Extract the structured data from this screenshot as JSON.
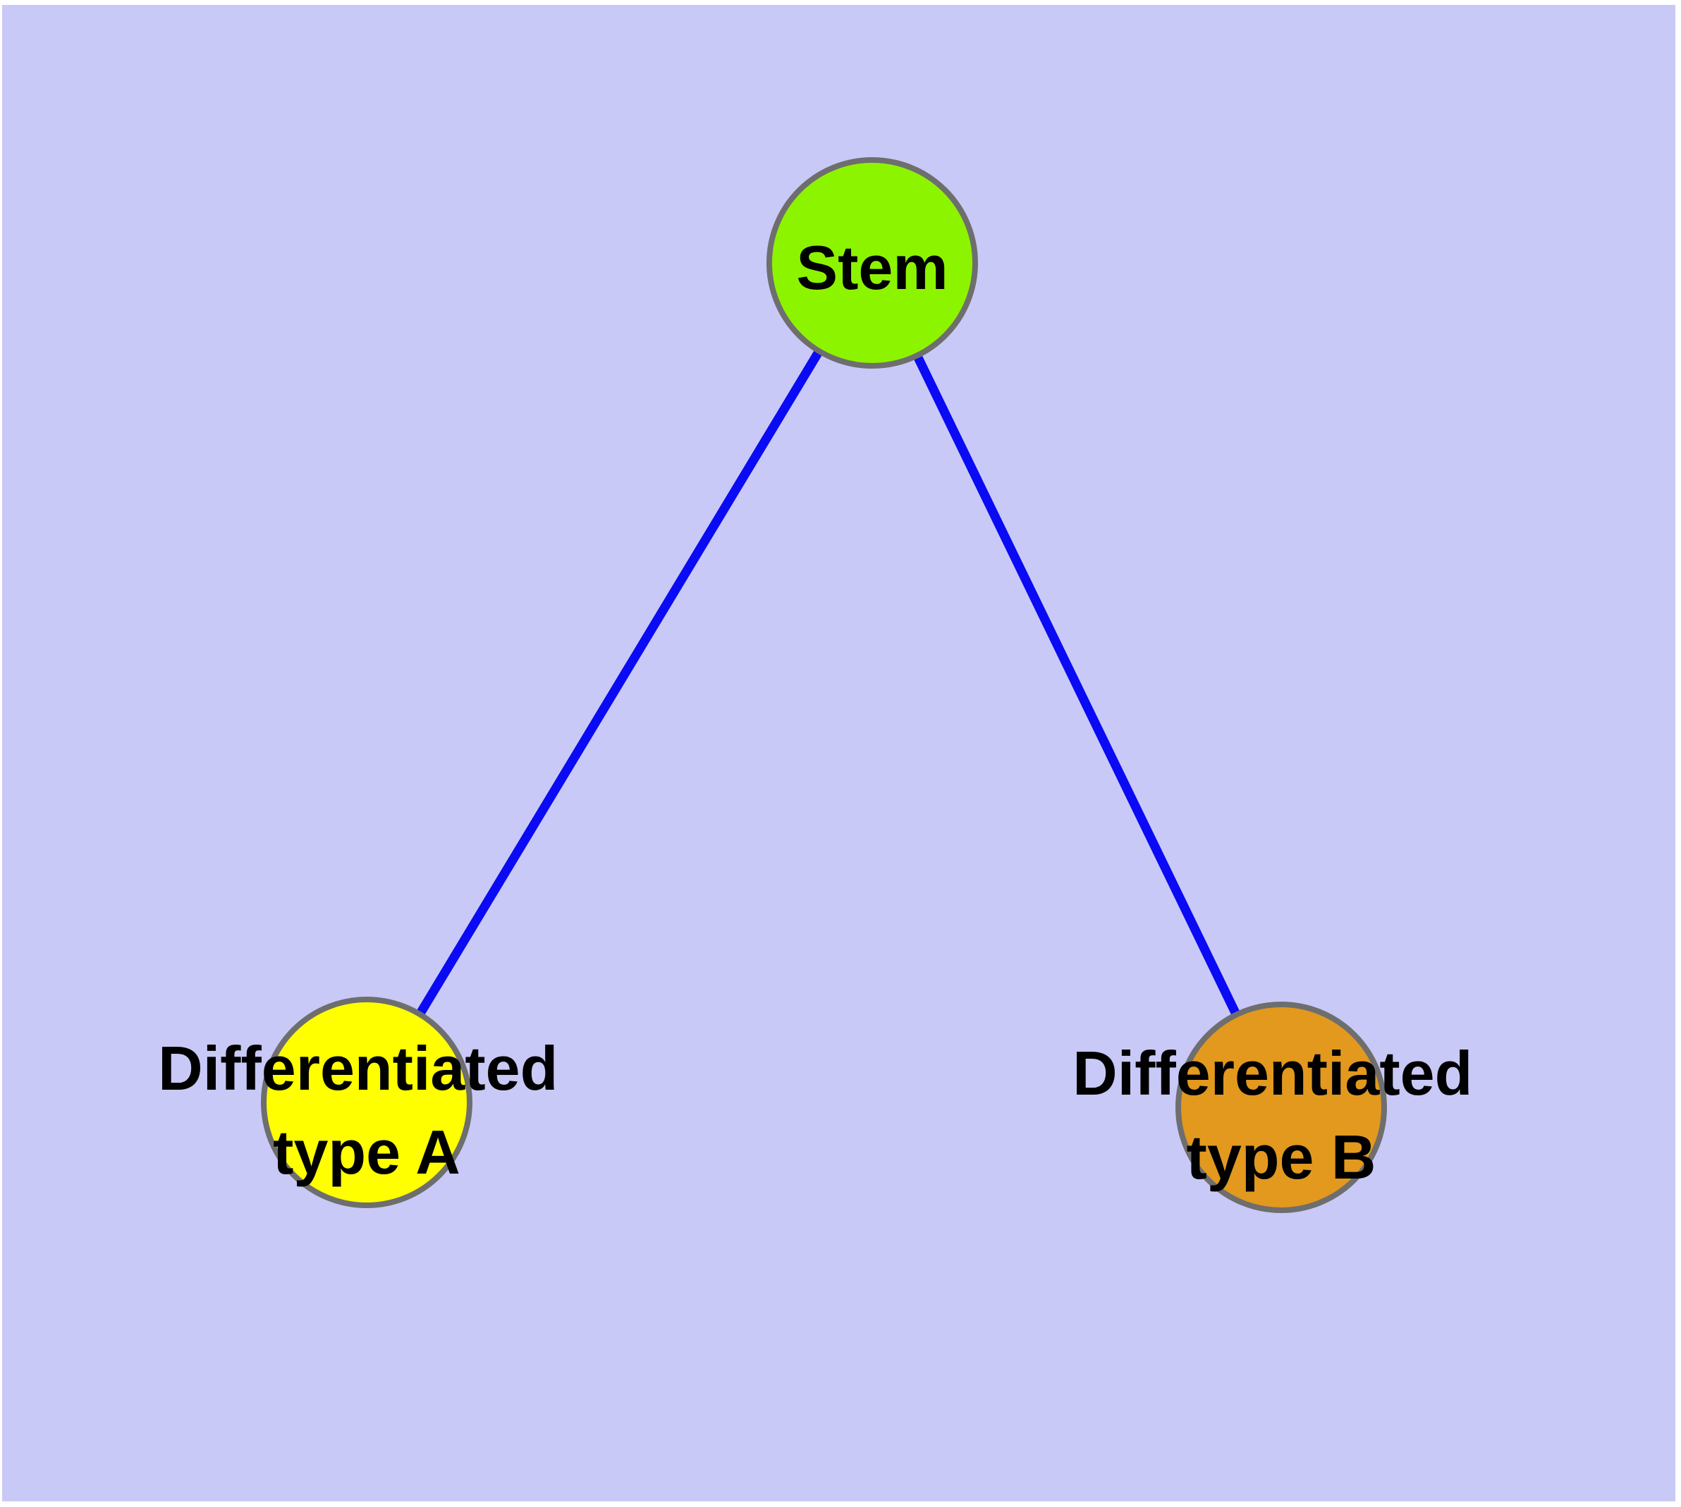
{
  "diagram": {
    "kind": "node-link-graph",
    "colors": {
      "page_frame": "#ffffff",
      "background": "#c9c9f7",
      "edge": "#0a0af5",
      "node_border": "#6e6e6e",
      "label_text": "#000000"
    },
    "nodes": {
      "stem": {
        "label": "Stem",
        "fill": "#8df400"
      },
      "typeA": {
        "label_line1": "Differentiated",
        "label_line2": "type A",
        "fill": "#ffff00"
      },
      "typeB": {
        "label_line1": "Differentiated",
        "label_line2": "type B",
        "fill": "#e2991e"
      }
    },
    "edges": [
      {
        "from": "Stem",
        "to": "Differentiated type A"
      },
      {
        "from": "Stem",
        "to": "Differentiated type B"
      }
    ]
  }
}
